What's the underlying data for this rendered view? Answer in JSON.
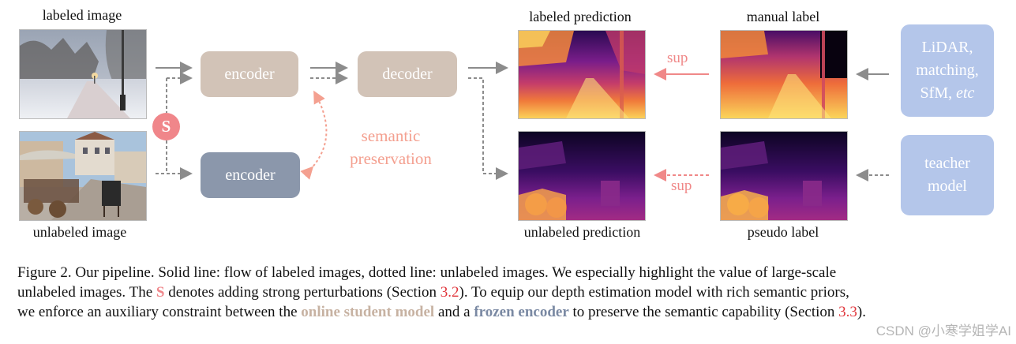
{
  "left": {
    "labeled_image_label": "labeled image",
    "unlabeled_image_label": "unlabeled image",
    "perturb_badge": "S"
  },
  "model": {
    "encoder_top": "encoder",
    "encoder_bottom": "encoder",
    "decoder": "decoder",
    "semantic_line1": "semantic",
    "semantic_line2": "preservation"
  },
  "outputs": {
    "labeled_prediction": "labeled prediction",
    "unlabeled_prediction": "unlabeled prediction",
    "manual_label": "manual label",
    "pseudo_label": "pseudo label",
    "sup_top": "sup",
    "sup_bottom": "sup"
  },
  "sources": {
    "lidar_line1": "LiDAR,",
    "lidar_line2": "matching,",
    "lidar_line3a": "SfM, ",
    "lidar_line3b": "etc",
    "teacher_line1": "teacher",
    "teacher_line2": "model"
  },
  "caption": {
    "l1": "Figure 2. Our pipeline. Solid line: flow of labeled images, dotted line: unlabeled images. We especially highlight the value of large-scale",
    "l2a": "unlabeled images. The ",
    "l2s": "S",
    "l2b": " denotes adding strong perturbations (Section ",
    "l2ref": "3.2",
    "l2c": "). To equip our depth estimation model with rich semantic priors,",
    "l3a": "we enforce an auxiliary constraint between the ",
    "l3student": "online student model",
    "l3b": " and a ",
    "l3frozen": "frozen encoder",
    "l3c": " to preserve the semantic capability (Section ",
    "l3ref": "3.3",
    "l3d": ")."
  },
  "watermark": "CSDN @小寒学姐学AI",
  "colors": {
    "tan": "#d2c3b7",
    "slate": "#8b97ab",
    "blue": "#b4c6ea",
    "perturb": "#f0868a",
    "semantic": "#f4a090",
    "arrow_gray": "#8c8c8c",
    "sup": "#f08888"
  }
}
